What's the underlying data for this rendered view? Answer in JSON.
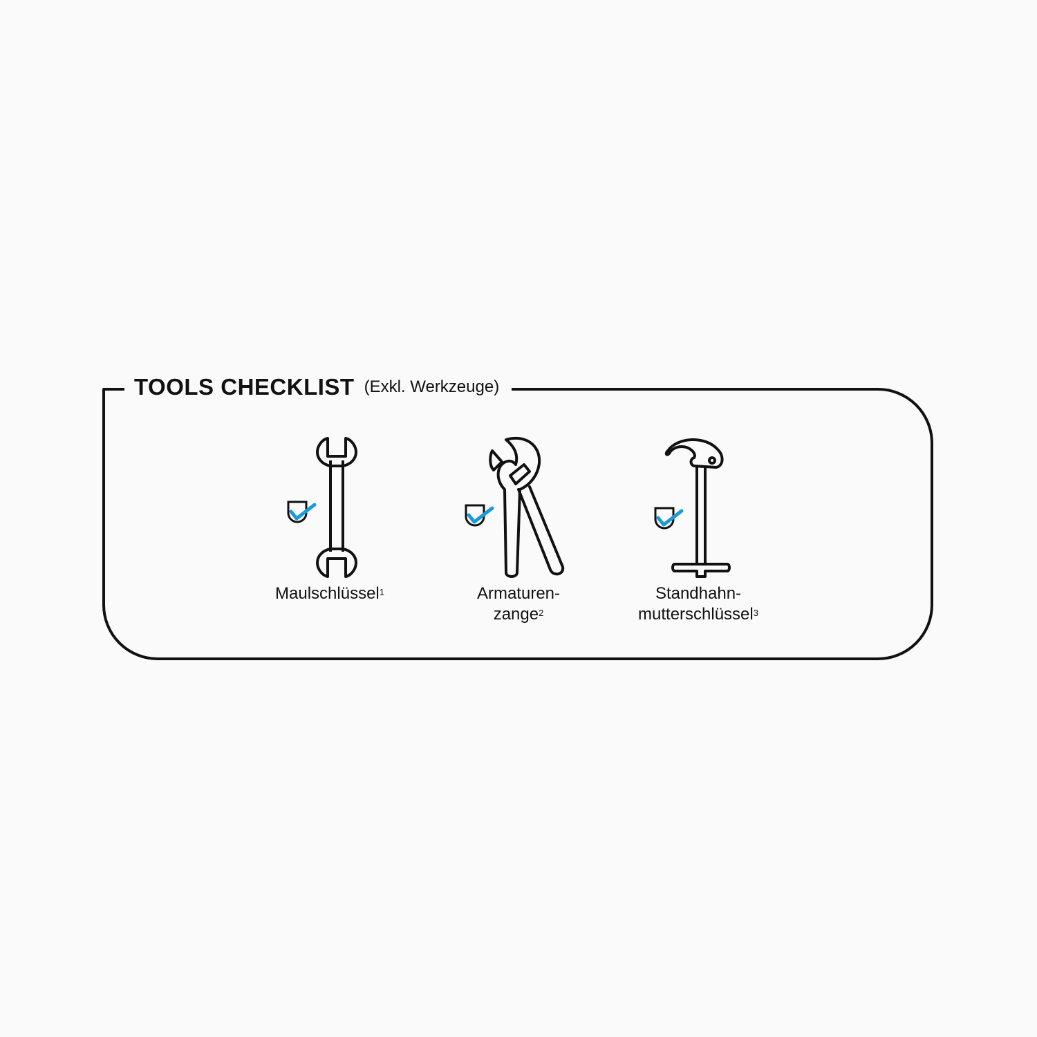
{
  "header": {
    "title": "TOOLS CHECKLIST",
    "subtitle": "(Exkl. Werkzeuge)"
  },
  "colors": {
    "ink": "#111111",
    "check": "#1a9ad6",
    "background": "#fafafa"
  },
  "tools": [
    {
      "icon": "open-end-wrench-icon",
      "label_lines": [
        "Maulschlüssel"
      ],
      "footnote": "1",
      "checked": true
    },
    {
      "icon": "pipe-wrench-pliers-icon",
      "label_lines": [
        "Armaturen-",
        "zange"
      ],
      "footnote": "2",
      "checked": true
    },
    {
      "icon": "hydrant-key-icon",
      "label_lines": [
        "Standhahn-",
        "mutterschlüssel"
      ],
      "footnote": "3",
      "checked": true
    }
  ]
}
